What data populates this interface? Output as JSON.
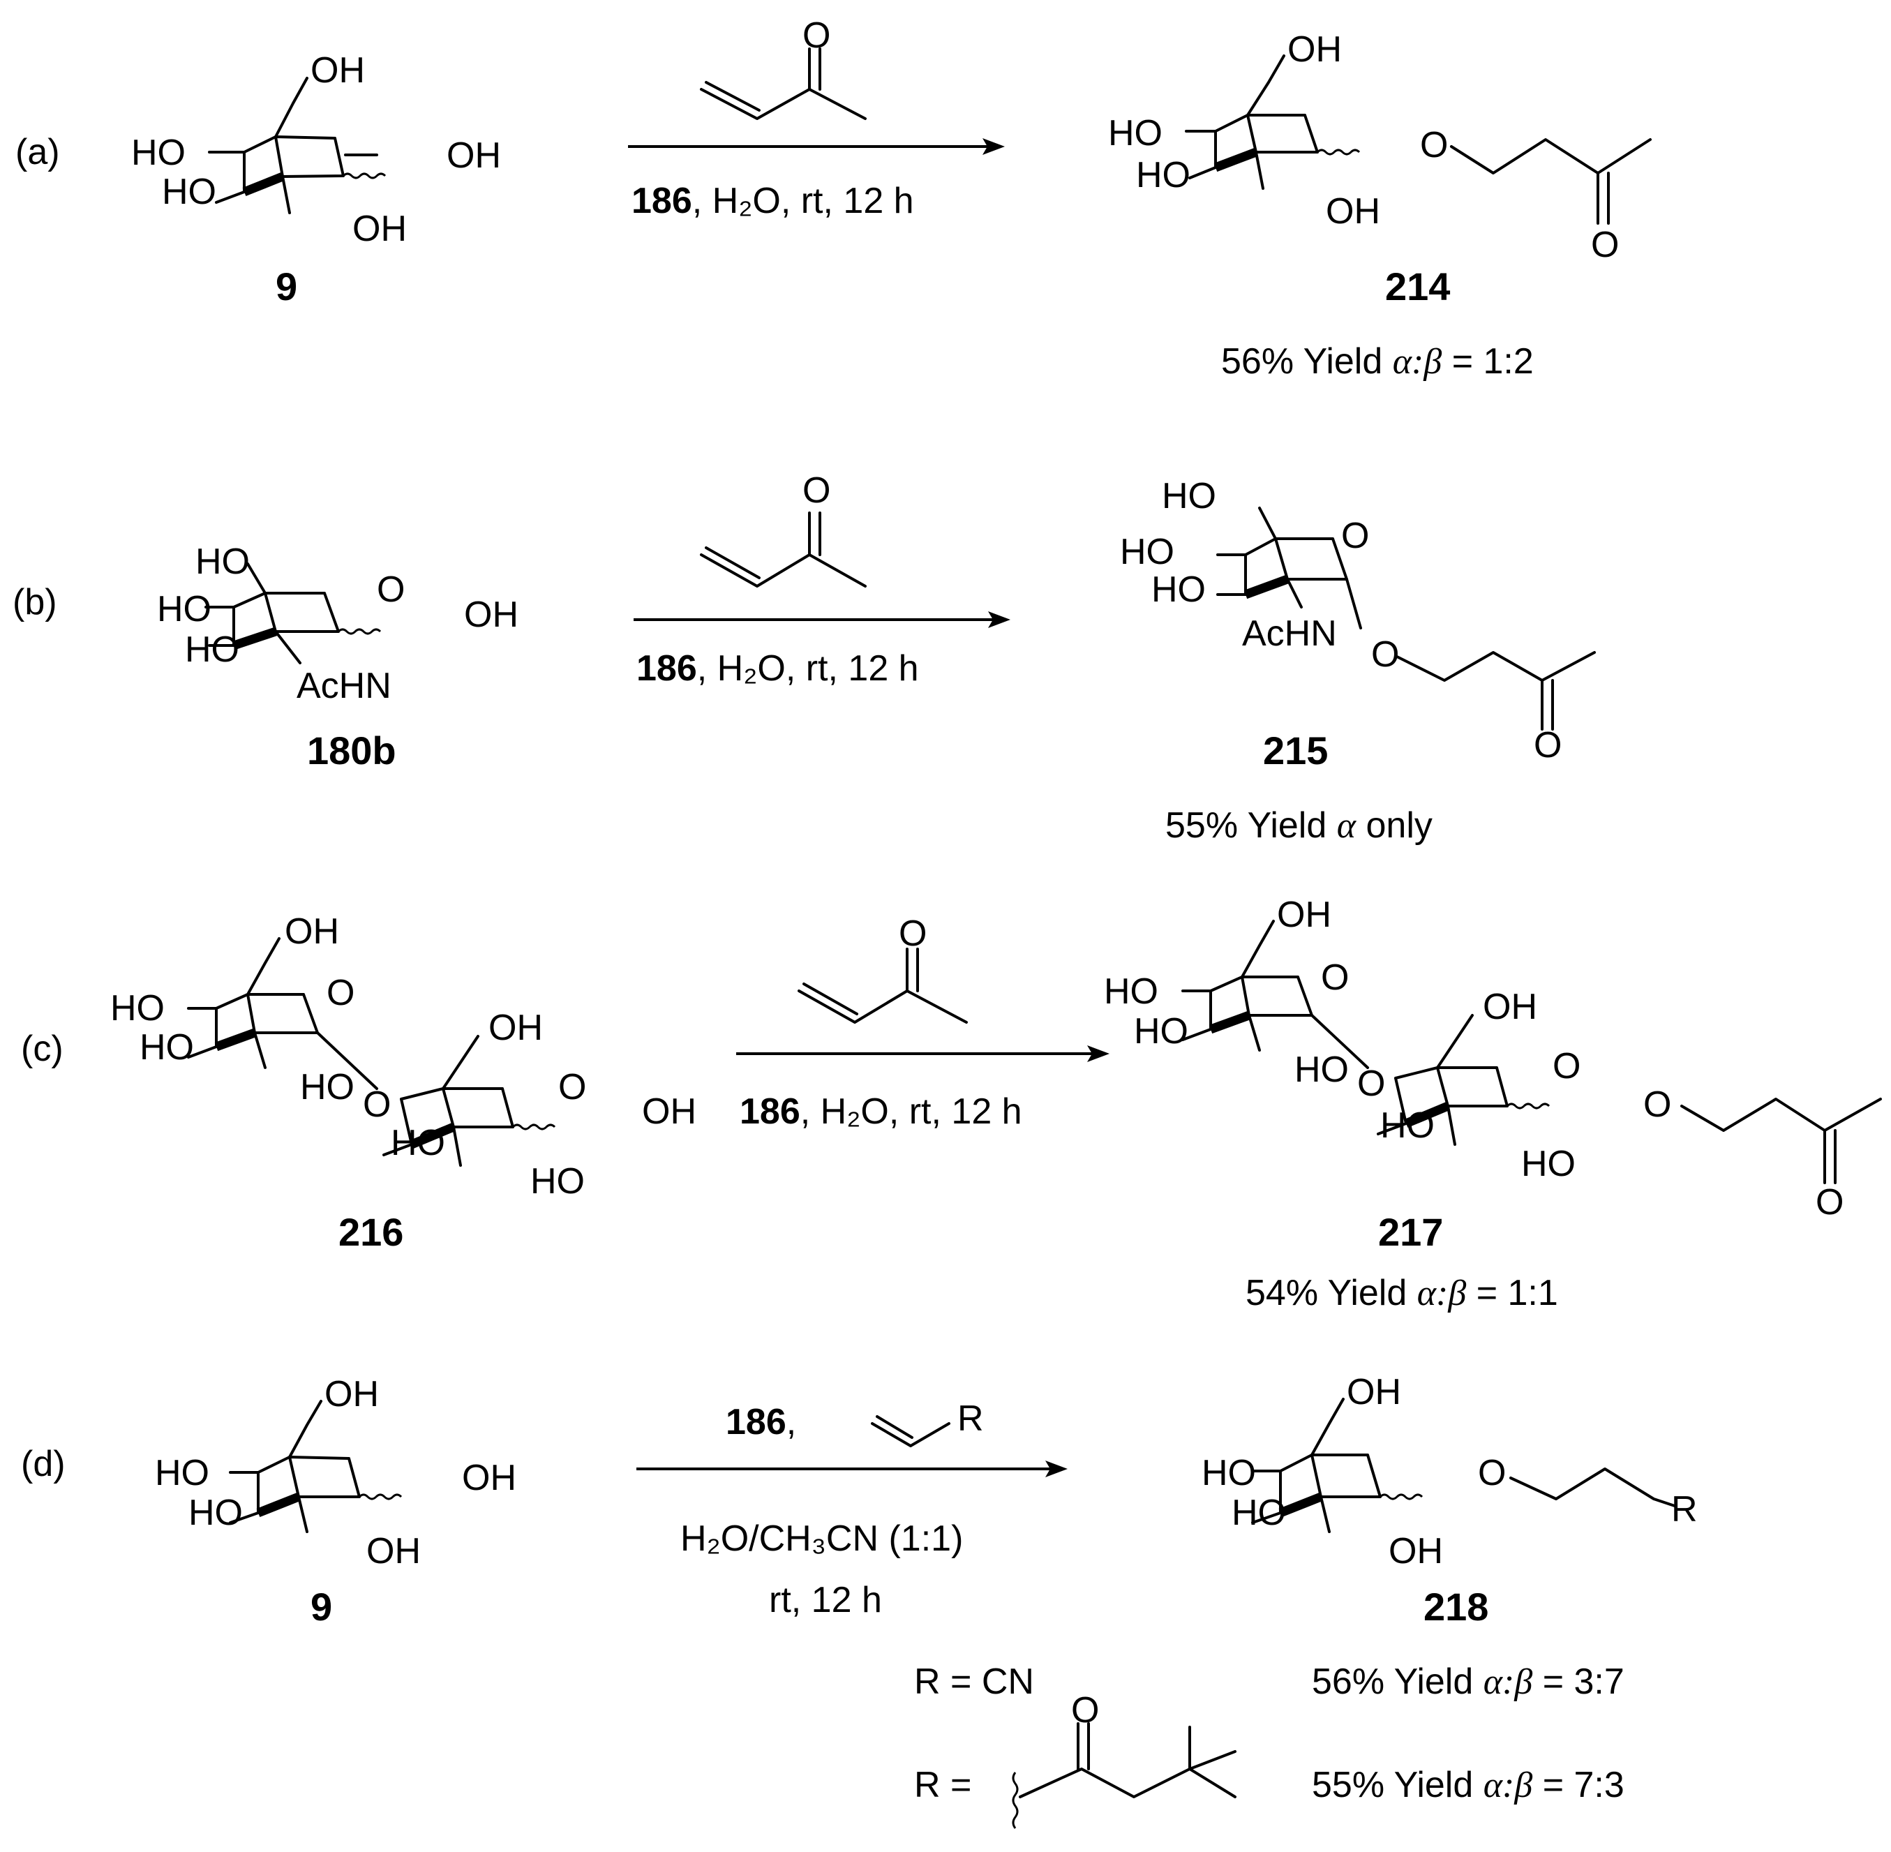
{
  "panels": {
    "a": {
      "label": "(a)",
      "sm_groups": {
        "oh6": "OH",
        "oh4": "HO",
        "oh3": "HO",
        "oh2": "OH",
        "oh1": "OH"
      },
      "sm_id": "9",
      "reagent_carbonyl_o": "O",
      "cond_bold": "186",
      "cond_rest": ", H₂O, rt, 12 h",
      "prod_groups": {
        "oh6": "OH",
        "oh4": "HO",
        "oh3": "HO",
        "oh2": "OH",
        "o1": "O",
        "ko": "O"
      },
      "prod_id": "214",
      "yield_text": "56% Yield ",
      "sel": "α:β",
      "ratio": " = 1:2"
    },
    "b": {
      "label": "(b)",
      "sm_groups": {
        "oh6": "HO",
        "oh4": "HO",
        "oh3": "HO",
        "o5": "O",
        "oh1": "OH",
        "nhac": "AcHN"
      },
      "sm_id": "180b",
      "reagent_carbonyl_o": "O",
      "cond_bold": "186",
      "cond_rest": ", H₂O, rt, 12 h",
      "prod_groups": {
        "oh6": "HO",
        "oh4": "HO",
        "oh3": "HO",
        "o5": "O",
        "nhac": "AcHN",
        "o1": "O",
        "ko": "O"
      },
      "prod_id": "215",
      "yield_text": "55% Yield ",
      "sel": "α",
      "ratio": " only"
    },
    "c": {
      "label": "(c)",
      "sm_groups": {
        "a_oh6": "OH",
        "a_oh4": "HO",
        "a_oh3": "HO",
        "a_o5": "O",
        "a_oh2": "HO",
        "link_o": "O",
        "b_oh6": "OH",
        "b_o5": "O",
        "b_oh1": "OH",
        "b_oh3": "HO",
        "b_oh2": "HO"
      },
      "sm_id": "216",
      "reagent_carbonyl_o": "O",
      "cond_bold": "186",
      "cond_rest": ", H₂O, rt, 12 h",
      "prod_groups": {
        "a_oh6": "OH",
        "a_oh4": "HO",
        "a_oh3": "HO",
        "a_o5": "O",
        "a_oh2": "HO",
        "link_o": "O",
        "b_oh6": "OH",
        "b_o5": "O",
        "b_oh3": "HO",
        "b_oh2": "HO",
        "o1": "O",
        "ko": "O"
      },
      "prod_id": "217",
      "yield_text": "54% Yield ",
      "sel": "α:β",
      "ratio": " = 1:1"
    },
    "d": {
      "label": "(d)",
      "sm_groups": {
        "oh6": "OH",
        "oh4": "HO",
        "oh3": "HO",
        "oh2": "OH",
        "oh1": "OH"
      },
      "sm_id": "9",
      "cond_top_bold": "186",
      "cond_top_comma": ",",
      "alkene_r": "R",
      "cond_line1": "H₂O/CH₃CN (1:1)",
      "cond_line2": "rt, 12 h",
      "prod_groups": {
        "oh6": "OH",
        "oh4": "HO",
        "oh3": "HO",
        "oh2": "OH",
        "o1": "O",
        "r": "R"
      },
      "prod_id": "218",
      "r1_text": "R = CN",
      "r2_text": "R =",
      "r2_o": "O",
      "yield1_text": "56% Yield ",
      "yield1_sel": "α:β",
      "yield1_ratio": " = 3:7",
      "yield2_text": "55% Yield ",
      "yield2_sel": "α:β",
      "yield2_ratio": " = 7:3"
    }
  }
}
